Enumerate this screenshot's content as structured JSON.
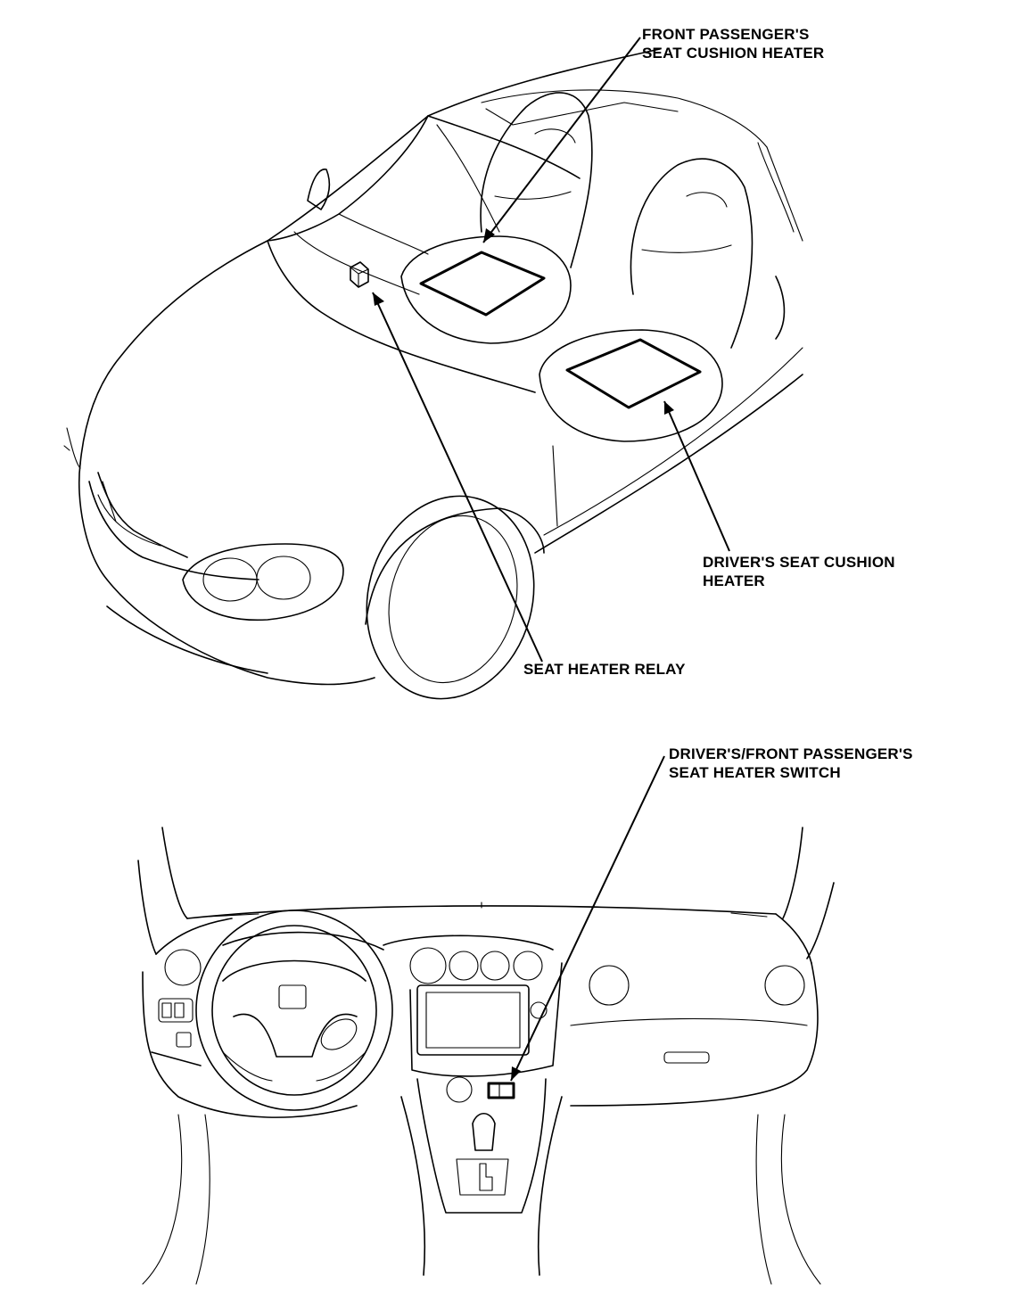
{
  "labels": {
    "front_passenger_heater": [
      "FRONT PASSENGER'S",
      "SEAT CUSHION HEATER"
    ],
    "drivers_heater": [
      "DRIVER'S SEAT CUSHION",
      "HEATER"
    ],
    "seat_heater_relay": [
      "SEAT HEATER RELAY"
    ],
    "seat_heater_switch": [
      "DRIVER'S/FRONT PASSENGER'S",
      "SEAT HEATER SWITCH"
    ]
  },
  "colors": {
    "line": "#000000",
    "background": "#ffffff"
  }
}
